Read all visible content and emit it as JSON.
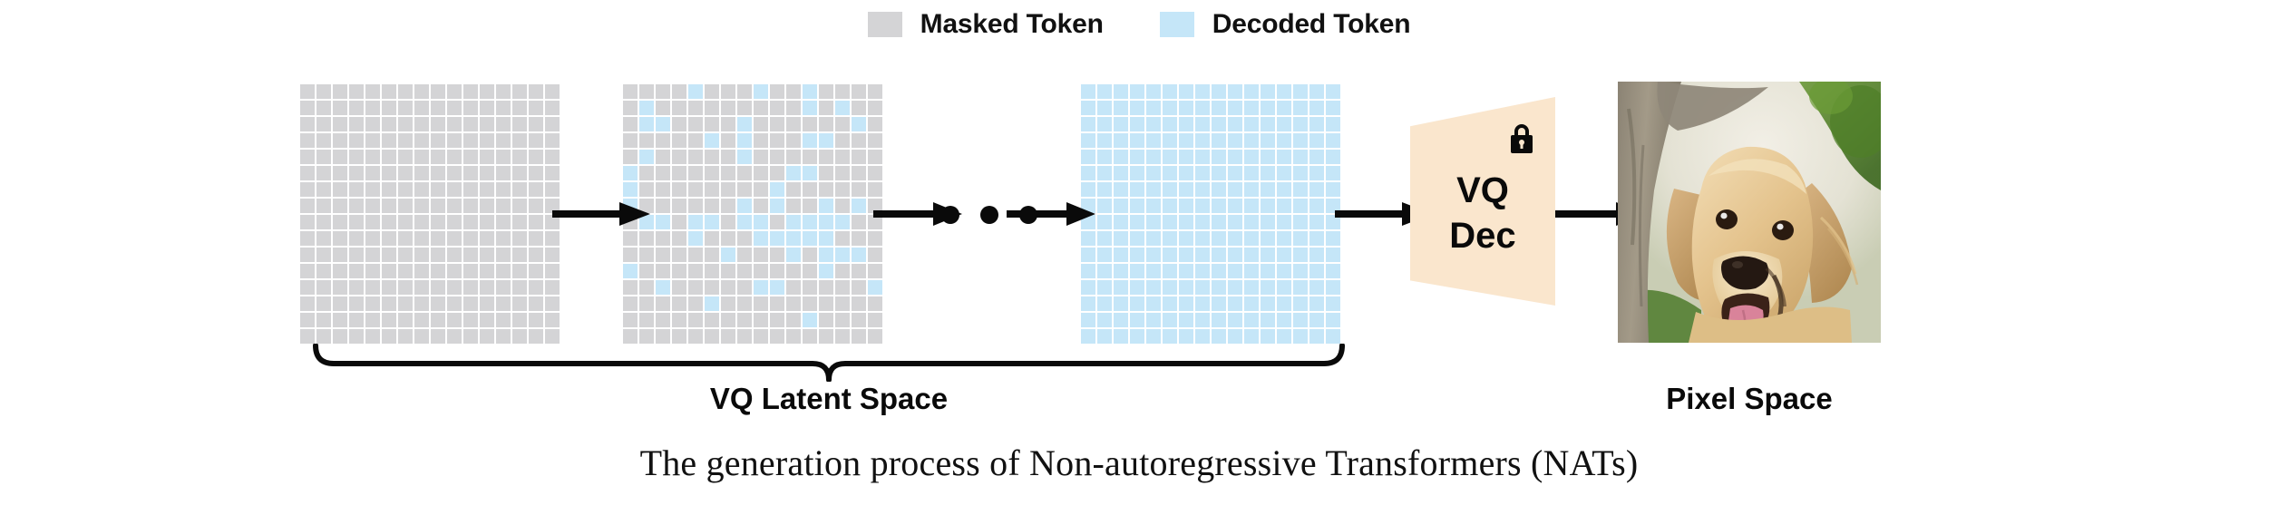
{
  "legend": {
    "items": [
      {
        "label": "Masked Token",
        "color": "#d4d4d6",
        "icon": "masked-token-swatch"
      },
      {
        "label": "Decoded Token",
        "color": "#c5e6f8",
        "icon": "decoded-token-swatch"
      }
    ]
  },
  "colors": {
    "masked": "#d4d4d6",
    "decoded": "#c5e6f8",
    "decoder_fill": "#fae6cd",
    "arrow": "#0a0a0a",
    "text": "#0a0a0a",
    "background": "#ffffff"
  },
  "pipeline": {
    "grid_size": 16,
    "grids": [
      {
        "name": "initial-masked-grid",
        "decoded_count": 0
      },
      {
        "name": "partially-decoded-grid",
        "decoded_count": 52
      },
      {
        "name": "fully-decoded-grid",
        "decoded_count": 256
      }
    ],
    "ellipsis": "•••",
    "arrow_glyph": "→"
  },
  "decoder": {
    "name": "vq-decoder",
    "line1": "VQ",
    "line2": "Dec",
    "lock_icon": "lock-icon",
    "frozen": true
  },
  "output": {
    "name": "generated-image",
    "alt": "golden retriever puppy in front of a tree"
  },
  "labels": {
    "vq_latent_space": "VQ Latent Space",
    "pixel_space": "Pixel Space"
  },
  "caption": "The generation process of Non-autoregressive Transformers (NATs)",
  "chart_data": {
    "type": "heatmap",
    "title": "The generation process of Non-autoregressive Transformers (NATs)",
    "grid_rows": 16,
    "grid_cols": 16,
    "legend": [
      "Masked Token",
      "Decoded Token"
    ],
    "stages": [
      {
        "name": "initial-masked-grid",
        "decoded_cells": []
      },
      {
        "name": "partially-decoded-grid",
        "decoded_cells": [
          [
            0,
            4
          ],
          [
            0,
            8
          ],
          [
            0,
            11
          ],
          [
            1,
            1
          ],
          [
            1,
            11
          ],
          [
            1,
            13
          ],
          [
            2,
            1
          ],
          [
            2,
            2
          ],
          [
            2,
            7
          ],
          [
            2,
            14
          ],
          [
            3,
            5
          ],
          [
            3,
            7
          ],
          [
            3,
            11
          ],
          [
            3,
            12
          ],
          [
            4,
            1
          ],
          [
            4,
            7
          ],
          [
            5,
            0
          ],
          [
            5,
            10
          ],
          [
            5,
            11
          ],
          [
            6,
            0
          ],
          [
            6,
            9
          ],
          [
            7,
            0
          ],
          [
            7,
            7
          ],
          [
            7,
            9
          ],
          [
            7,
            12
          ],
          [
            7,
            14
          ],
          [
            8,
            1
          ],
          [
            8,
            2
          ],
          [
            8,
            4
          ],
          [
            8,
            5
          ],
          [
            8,
            7
          ],
          [
            8,
            8
          ],
          [
            8,
            10
          ],
          [
            8,
            11
          ],
          [
            8,
            12
          ],
          [
            8,
            13
          ],
          [
            9,
            4
          ],
          [
            9,
            8
          ],
          [
            9,
            9
          ],
          [
            9,
            10
          ],
          [
            9,
            11
          ],
          [
            9,
            12
          ],
          [
            10,
            6
          ],
          [
            10,
            10
          ],
          [
            10,
            12
          ],
          [
            10,
            13
          ],
          [
            10,
            14
          ],
          [
            11,
            0
          ],
          [
            11,
            12
          ],
          [
            12,
            2
          ],
          [
            12,
            8
          ],
          [
            12,
            9
          ],
          [
            12,
            15
          ],
          [
            13,
            5
          ],
          [
            14,
            11
          ]
        ]
      },
      {
        "name": "fully-decoded-grid",
        "decoded_cells": "all"
      }
    ]
  }
}
